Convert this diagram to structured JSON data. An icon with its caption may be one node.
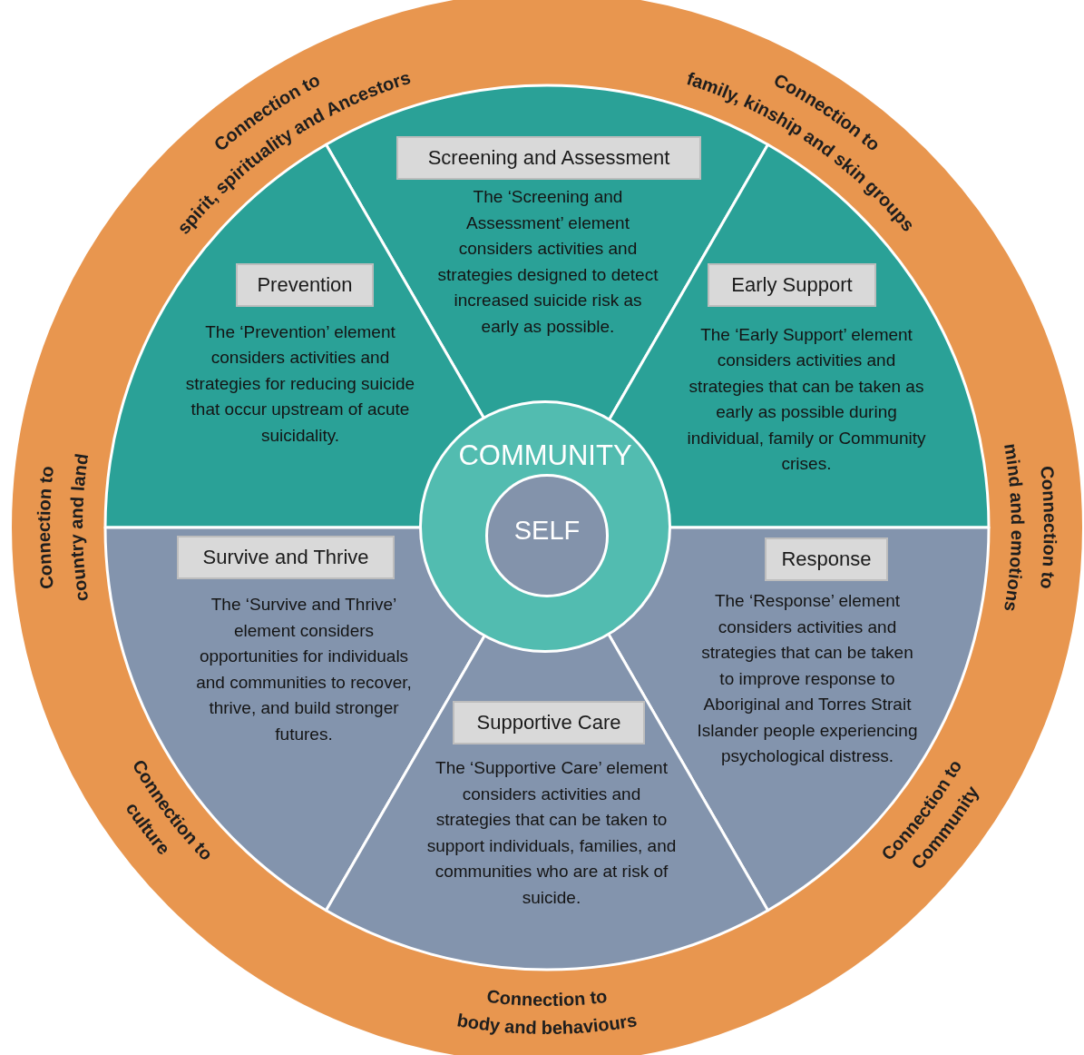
{
  "diagram": {
    "nodes": [
      {
        "text": [
          "Connection to",
          "spirit, spirituality and Ancestors",
          "Connection to",
          "family, kinship and skin groups",
          "Connection to",
          "country and land",
          "Connection to",
          "mind and emotions",
          "Connection to",
          "culture",
          "Connection to",
          "Community",
          "Connection to",
          "body and behaviours"
        ]
      },
      {
        "text": [
          "Screening and Assessment",
          "The ‘Screening and Assessment’ element considers activities and strategies designed to detect increased suicide risk as early as possible."
        ],
        "in": 0
      },
      {
        "text": [
          "Prevention",
          "The ‘Prevention’ element considers activities and strategies for reducing suicide that occur upstream of acute suicidality."
        ],
        "in": 0
      },
      {
        "text": [
          "Early Support",
          "The ‘Early Support’ element considers activities and strategies that can be taken as early as possible during individual, family or Community crises."
        ],
        "in": 0
      },
      {
        "text": [
          "Survive and Thrive",
          "The ‘Survive and Thrive’ element considers opportunities for individuals and communities to recover, thrive, and build stronger futures."
        ],
        "in": 0
      },
      {
        "text": [
          "Response",
          "The ‘Response’ element considers activities and strategies that can be taken to improve response to Aboriginal and Torres Strait Islander people experiencing psychological distress."
        ],
        "in": 0
      },
      {
        "text": [
          "Supportive Care",
          "The ‘Supportive Care’ element considers activities and strategies that can be taken to support individuals, families, and communities who are at risk of suicide."
        ],
        "in": 0
      },
      {
        "text": [
          "COMMUNITY"
        ],
        "in": 0
      },
      {
        "text": [
          "SELF"
        ],
        "in": 7
      }
    ],
    "edges": []
  }
}
